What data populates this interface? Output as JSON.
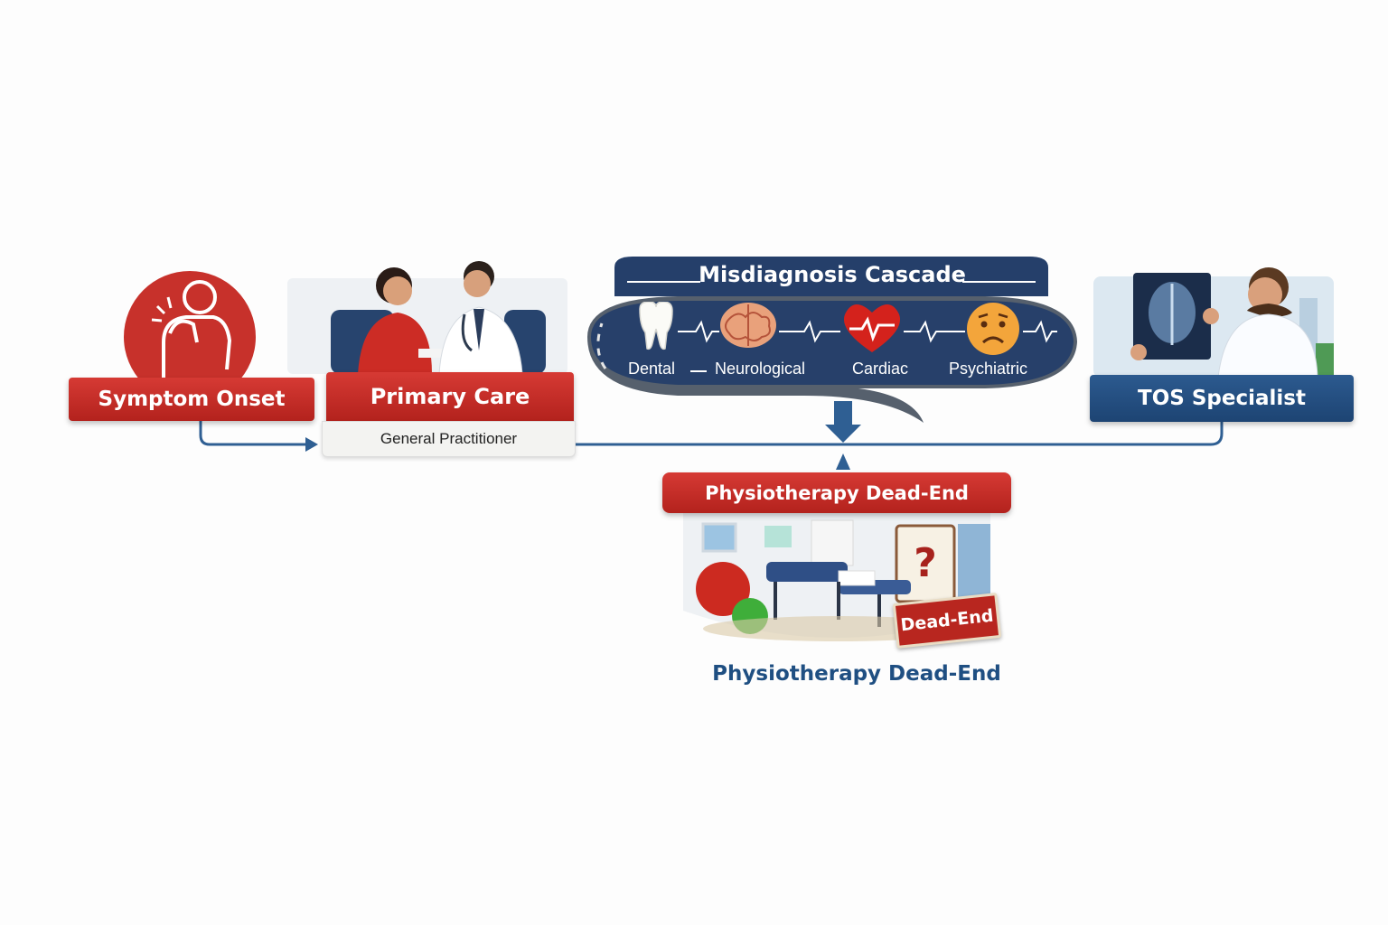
{
  "nodes": {
    "symptom_onset": "Symptom Onset",
    "primary_care": "Primary Care",
    "general_practitioner": "General Practitioner",
    "cascade_title": "Misdiagnosis Cascade",
    "tos_specialist": "TOS Specialist",
    "physio_banner": "Physiotherapy Dead-End",
    "dead_end_sign": "Dead-End",
    "physio_caption": "Physiotherapy Dead-End"
  },
  "cascade_steps": [
    {
      "label": "Dental",
      "icon": "tooth-icon"
    },
    {
      "label": "Neurological",
      "icon": "brain-icon"
    },
    {
      "label": "Cardiac",
      "icon": "heart-icon"
    },
    {
      "label": "Psychiatric",
      "icon": "sad-face-icon"
    }
  ],
  "colors": {
    "red": "#c52c26",
    "navy": "#233f6b",
    "connector_blue": "#2f5f93",
    "caption_blue": "#1f4f82"
  }
}
